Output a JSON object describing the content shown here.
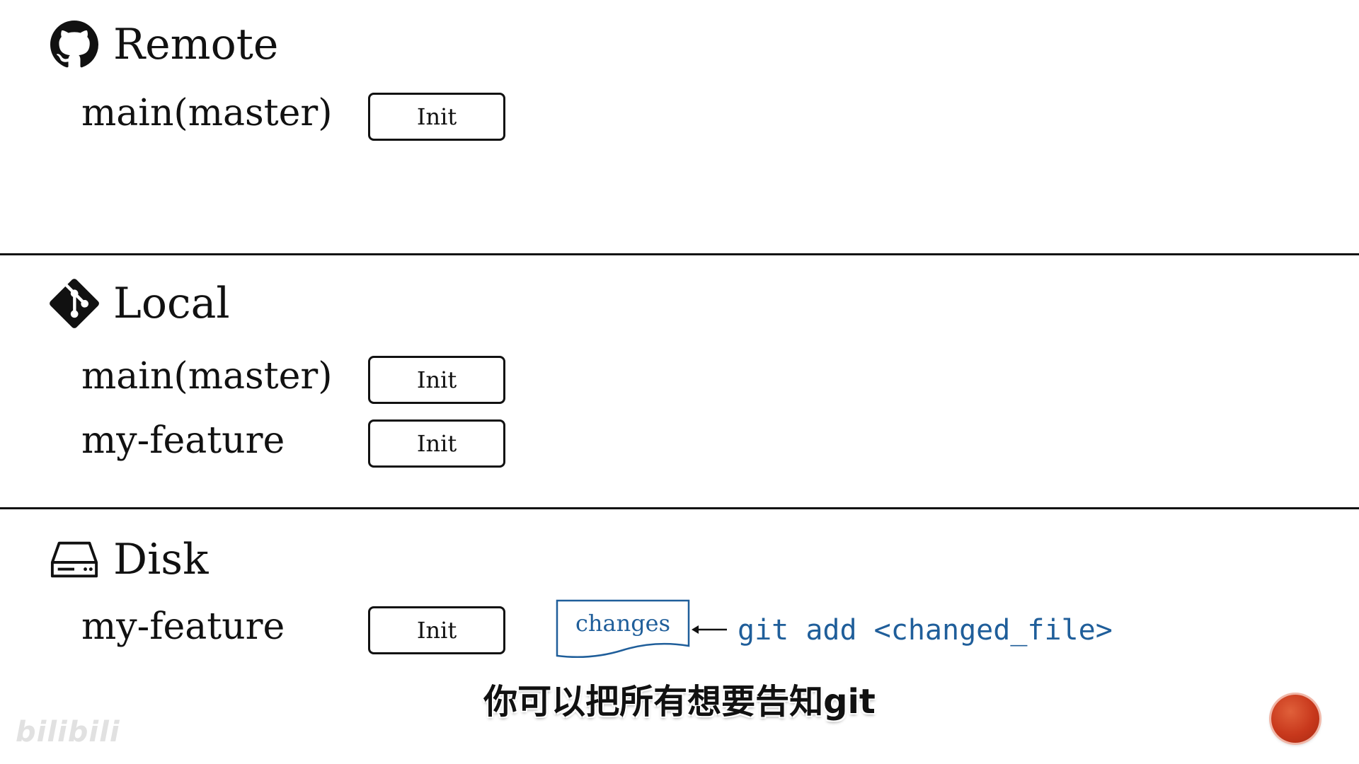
{
  "sections": {
    "remote": {
      "title": "Remote",
      "icon": "github-icon",
      "branches": [
        {
          "name": "main(master)",
          "commit": "Init"
        }
      ]
    },
    "local": {
      "title": "Local",
      "icon": "git-icon",
      "branches": [
        {
          "name": "main(master)",
          "commit": "Init"
        },
        {
          "name": "my-feature",
          "commit": "Init"
        }
      ]
    },
    "disk": {
      "title": "Disk",
      "icon": "hard-drive-icon",
      "branches": [
        {
          "name": "my-feature",
          "commit": "Init"
        }
      ],
      "changes_label": "changes",
      "command": "git add <changed_file>"
    }
  },
  "subtitle": "你可以把所有想要告知git",
  "watermark": "bilibili",
  "colors": {
    "command_blue": "#1f5e9a",
    "record_button": "#c8381c"
  }
}
